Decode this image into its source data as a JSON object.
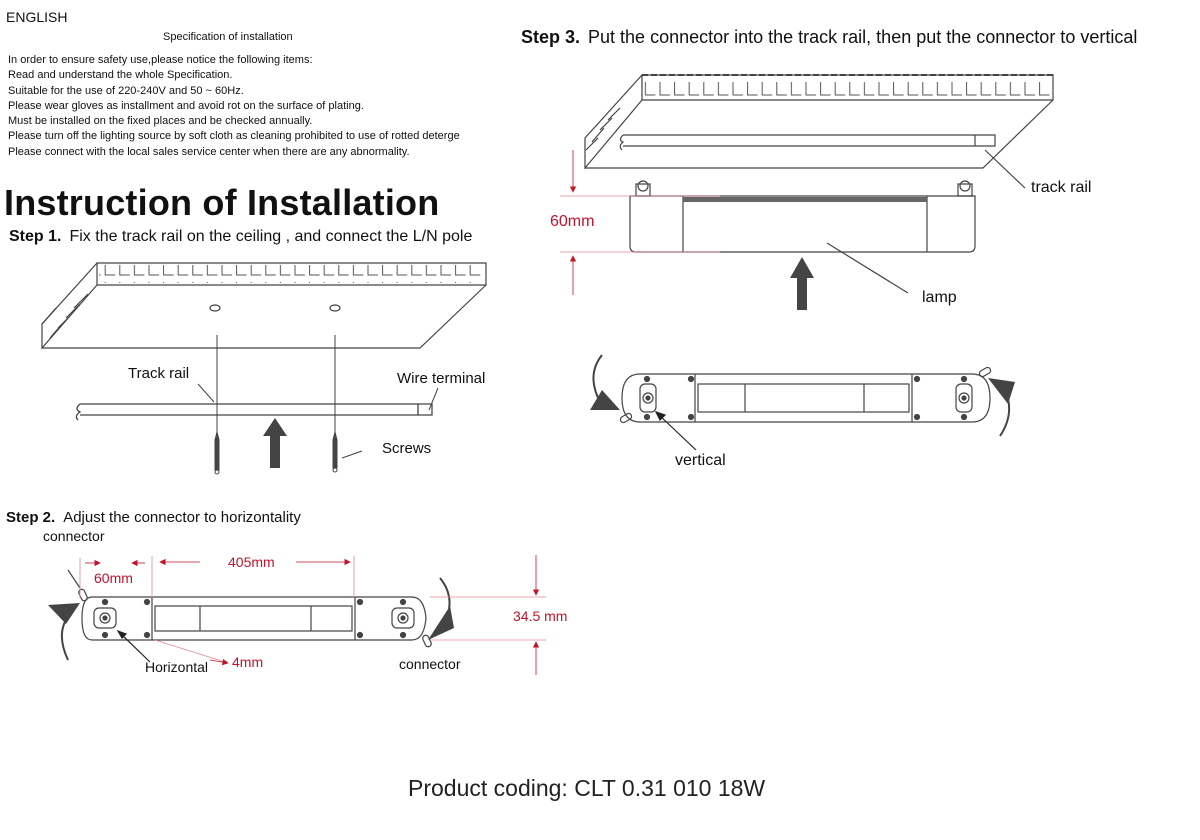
{
  "header": {
    "language": "ENGLISH",
    "spec_title": "Specification of installation",
    "spec_items": [
      "In order to ensure safety use,please notice the following items:",
      "Read and understand the whole Specification.",
      "Suitable for the use of 220-240V and 50 ~ 60Hz.",
      "Please wear gloves as installment and avoid rot on the surface of plating.",
      "Must be installed on the fixed places and be checked annually.",
      "Please turn off the lighting source by soft cloth as cleaning prohibited to use of rotted deterge",
      "Please connect with the local sales service center when there are any abnormality."
    ]
  },
  "main_title": "Instruction of Installation",
  "step1": {
    "number": "Step 1.",
    "text": "Fix the track rail on the ceiling , and connect the L/N pole",
    "labels": {
      "track_rail": "Track rail",
      "wire_terminal": "Wire terminal",
      "screws": "Screws"
    }
  },
  "step2": {
    "number": "Step 2.",
    "text": "Adjust the connector to horizontality",
    "labels": {
      "connector_top": "connector",
      "connector_bottom": "connector",
      "horizontal": "Horizontal",
      "dim_60": "60mm",
      "dim_405": "405mm",
      "dim_345": "34.5 mm",
      "dim_4": "4mm"
    }
  },
  "step3": {
    "number": "Step 3.",
    "text": "Put the connector into the track rail, then put the connector to vertical",
    "labels": {
      "track_rail": "track rail",
      "lamp": "lamp",
      "dim_60": "60mm",
      "vertical": "vertical"
    }
  },
  "product_code": "Product coding: CLT 0.31 010 18W",
  "colors": {
    "dimension": "#c0142c",
    "line": "#333333",
    "arrow": "#444444"
  }
}
